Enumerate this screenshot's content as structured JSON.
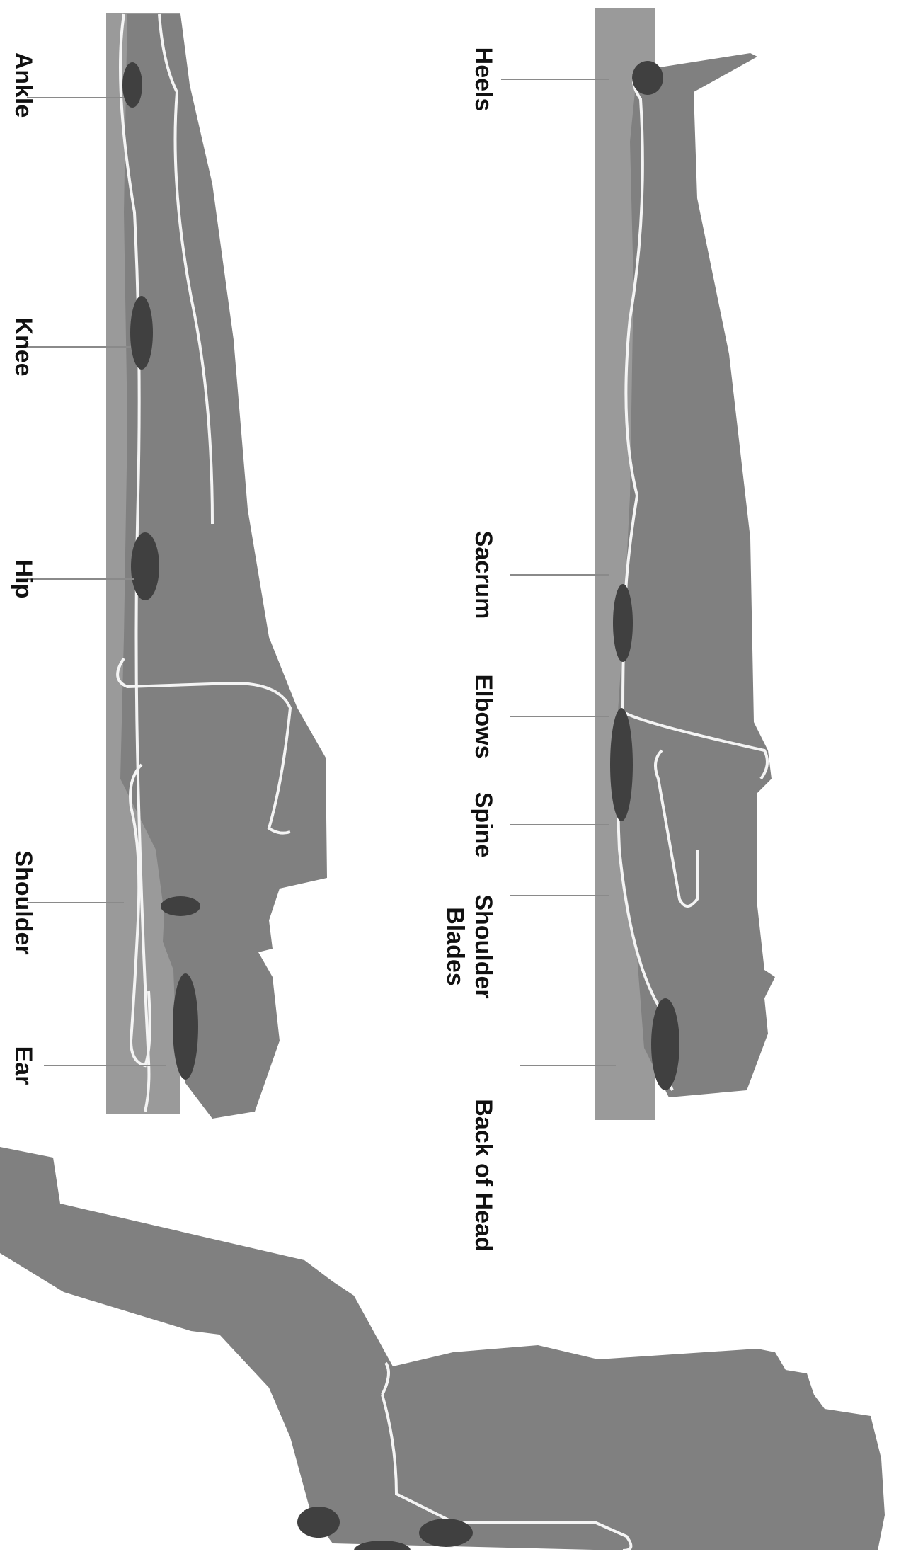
{
  "colors": {
    "body": "#808080",
    "surface": "#9a9a9a",
    "outline": "#f4f4f4",
    "pressure_point": "#404040",
    "leader": "#8a8a8a",
    "label": "#111111"
  },
  "figures": {
    "lateral": {
      "labels": {
        "ankle": "Ankle",
        "knee": "Knee",
        "hip": "Hip",
        "shoulder": "Shoulder",
        "ear": "Ear"
      }
    },
    "supine": {
      "labels": {
        "heels": "Heels",
        "sacrum": "Sacrum",
        "elbows": "Elbows",
        "spine": "Spine",
        "shoulder_blades_1": "Shoulder",
        "shoulder_blades_2": "Blades",
        "back_of_head": "Back of Head"
      }
    },
    "fowler": {
      "labels": {}
    }
  }
}
